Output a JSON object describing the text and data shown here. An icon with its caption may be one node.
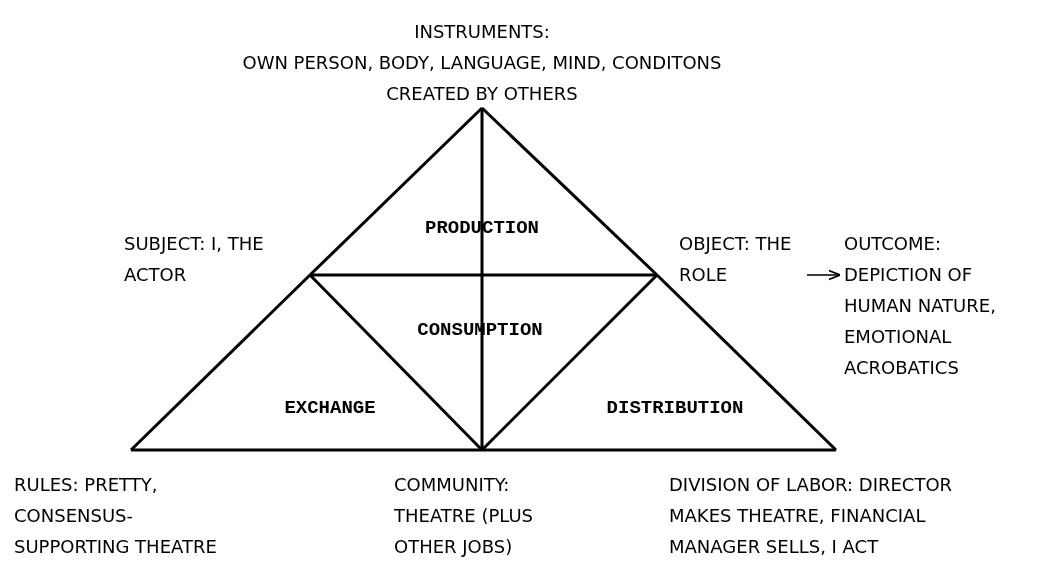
{
  "diagram": {
    "nodes": [
      {
        "text": [
          "INSTRUMENTS:",
          "OWN PERSON, BODY, LANGUAGE, MIND, CONDITONS CREATED BY OTHERS"
        ]
      },
      {
        "text": [
          "SUBJECT: I, THE ACTOR"
        ]
      },
      {
        "text": [
          "OBJECT: THE ROLE"
        ]
      },
      {
        "text": [
          "OUTCOME: DEPICTION OF HUMAN NATURE, EMOTIONAL ACROBATICS"
        ]
      },
      {
        "text": [
          "RULES: PRETTY, CONSENSUS-SUPPORTING THEATRE"
        ]
      },
      {
        "text": [
          "COMMUNITY: THEATRE (PLUS OTHER JOBS)"
        ]
      },
      {
        "text": [
          "DIVISION OF LABOR: DIRECTOR MAKES THEATRE, FINANCIAL MANAGER SELLS, I ACT"
        ]
      }
    ],
    "edges": [
      {
        "from": 0,
        "to": 1,
        "arrow": "none"
      },
      {
        "from": 0,
        "to": 2,
        "arrow": "none"
      },
      {
        "from": 1,
        "to": 2,
        "arrow": "none"
      },
      {
        "from": 0,
        "to": 5,
        "arrow": "none"
      },
      {
        "from": 1,
        "to": 4,
        "arrow": "none"
      },
      {
        "from": 2,
        "to": 6,
        "arrow": "none"
      },
      {
        "from": 4,
        "to": 5,
        "arrow": "none"
      },
      {
        "from": 5,
        "to": 6,
        "arrow": "none"
      },
      {
        "from": 1,
        "to": 5,
        "arrow": "none"
      },
      {
        "from": 2,
        "to": 5,
        "arrow": "none"
      },
      {
        "from": 2,
        "to": 3,
        "arrow": "to"
      }
    ],
    "labels": [
      "PRODUCTION",
      "CONSUMPTION",
      "EXCHANGE",
      "DISTRIBUTION"
    ]
  }
}
